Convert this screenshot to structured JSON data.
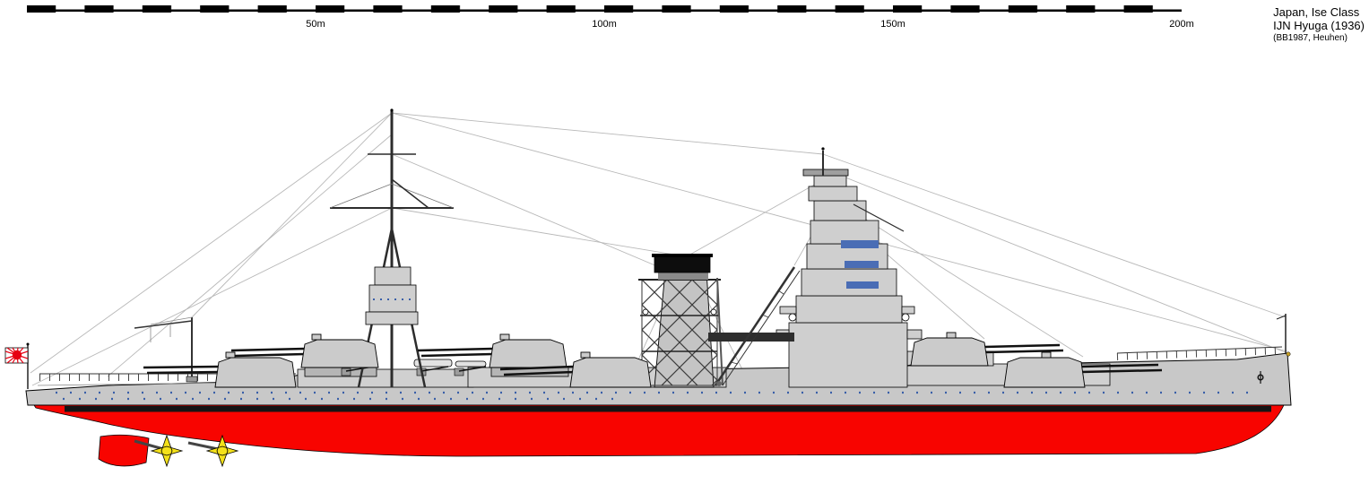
{
  "header": {
    "country_class": "Japan, Ise Class",
    "ship_name": "IJN Hyuga (1936)",
    "credit": "(BB1987, Heuhen)"
  },
  "scale_bar": {
    "labels": [
      "50m",
      "100m",
      "150m",
      "200m"
    ]
  },
  "colors": {
    "hull_grey": "#c8c8c8",
    "superstructure_grey": "#d0d0d0",
    "underwater_red": "#f80400",
    "boot_topping": "#141414",
    "funnel_cap": "#0d0d0d",
    "propeller_yellow": "#f4e11a",
    "ensign_red": "#e60012",
    "porthole_blue": "#3a5fa8",
    "platform_blue": "#4a6db5",
    "rigging_grey": "#b8b8b8",
    "outline_black": "#000000"
  }
}
